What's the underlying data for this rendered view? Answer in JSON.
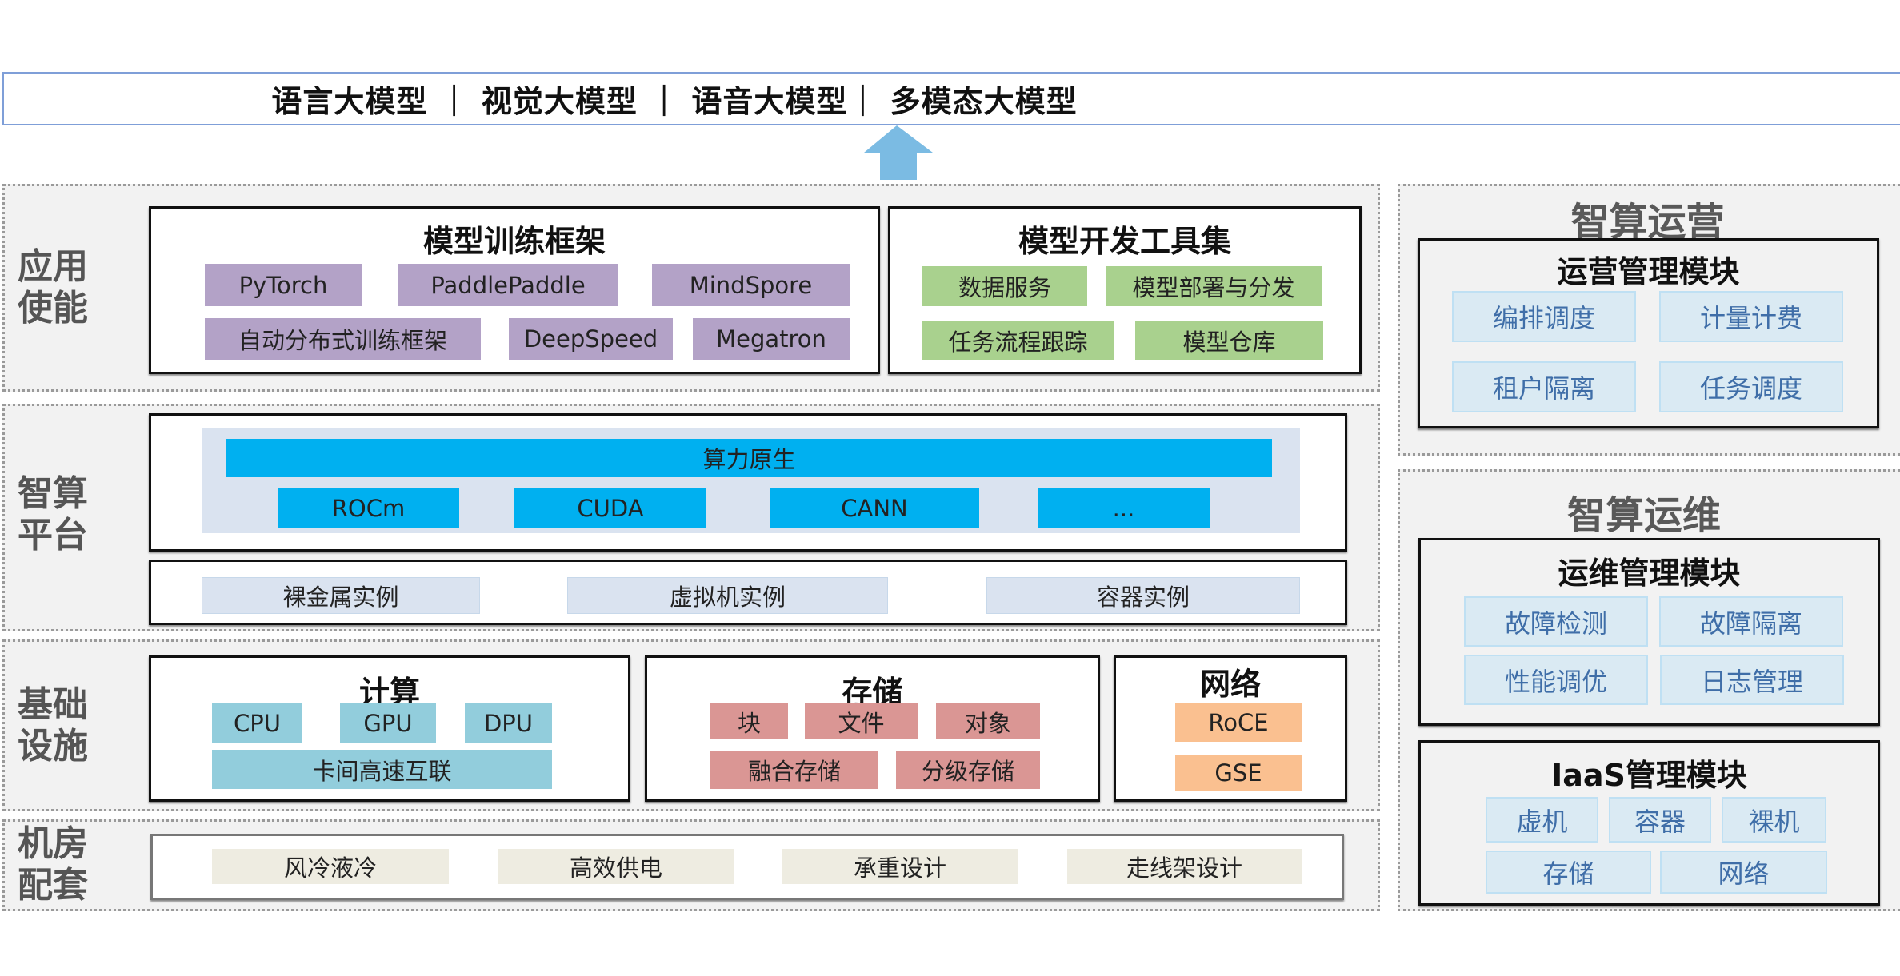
{
  "banner": {
    "text": "语言大模型 ｜ 视觉大模型 ｜ 语音大模型｜ 多模态大模型",
    "items": [
      "语言大模型",
      "视觉大模型",
      "语音大模型",
      "多模态大模型"
    ]
  },
  "arrow": {
    "icon": "up-arrow-icon",
    "color": "#7bbbe3"
  },
  "layers": {
    "app": {
      "label_line1": "应用",
      "label_line2": "使能",
      "training": {
        "title": "模型训练框架",
        "items": [
          "PyTorch",
          "PaddlePaddle",
          "MindSpore",
          "自动分布式训练框架",
          "DeepSpeed",
          "Megatron"
        ]
      },
      "devtools": {
        "title": "模型开发工具集",
        "items": [
          "数据服务",
          "模型部署与分发",
          "任务流程跟踪",
          "模型仓库"
        ]
      }
    },
    "platform": {
      "label_line1": "智算",
      "label_line2": "平台",
      "native": "算力原生",
      "stacks": [
        "ROCm",
        "CUDA",
        "CANN",
        "..."
      ],
      "instances": [
        "裸金属实例",
        "虚拟机实例",
        "容器实例"
      ]
    },
    "infra": {
      "label_line1": "基础",
      "label_line2": "设施",
      "compute": {
        "title": "计算",
        "items": [
          "CPU",
          "GPU",
          "DPU",
          "卡间高速互联"
        ]
      },
      "storage": {
        "title": "存储",
        "items": [
          "块",
          "文件",
          "对象",
          "融合存储",
          "分级存储"
        ]
      },
      "network": {
        "title": "网络",
        "items": [
          "RoCE",
          "GSE"
        ]
      }
    },
    "facility": {
      "label_line1": "机房",
      "label_line2": "配套",
      "items": [
        "风冷液冷",
        "高效供电",
        "承重设计",
        "走线架设计"
      ]
    }
  },
  "right": {
    "operations": {
      "title": "智算运营",
      "module": {
        "title": "运营管理模块",
        "items": [
          "编排调度",
          "计量计费",
          "租户隔离",
          "任务调度"
        ]
      }
    },
    "maintenance": {
      "title": "智算运维",
      "ops_module": {
        "title": "运维管理模块",
        "items": [
          "故障检测",
          "故障隔离",
          "性能调优",
          "日志管理"
        ]
      },
      "iaas_module": {
        "title": "IaaS管理模块",
        "items": [
          "虚机",
          "容器",
          "裸机",
          "存储",
          "网络"
        ]
      }
    }
  },
  "colors": {
    "framework_chip": "#b3a2c7",
    "devtool_chip": "#a9d18e",
    "native_chip": "#00b0f0",
    "compute_chip": "#92cddc",
    "storage_chip": "#da9694",
    "network_chip": "#fac090",
    "facility_chip": "#eeece1",
    "module_chip": "#daeaf3"
  }
}
